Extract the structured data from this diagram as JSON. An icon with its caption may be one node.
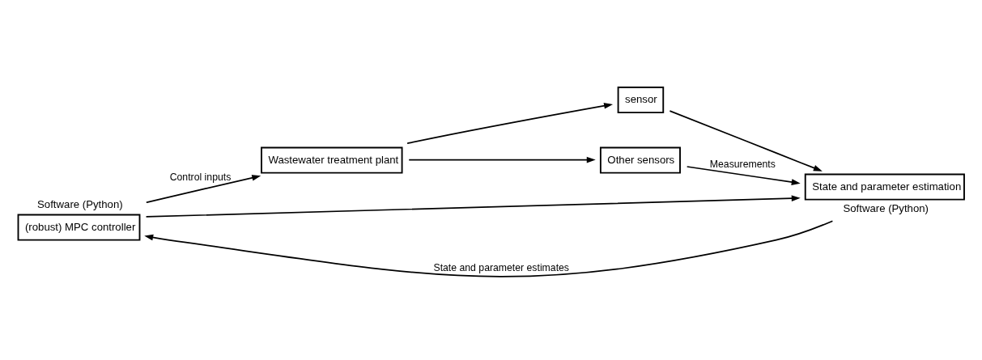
{
  "diagram": {
    "nodes": [
      {
        "text": [
          "(robust) MPC controller"
        ],
        "beside": [
          "Software (Python)"
        ]
      },
      {
        "text": [
          "Wastewater treatment plant"
        ]
      },
      {
        "text": [
          "sensor"
        ]
      },
      {
        "text": [
          "Other sensors"
        ]
      },
      {
        "text": [
          "State and parameter estimation"
        ],
        "beside": [
          "Software (Python)"
        ]
      }
    ],
    "edges": [
      {
        "from": 4,
        "to": 0,
        "arrow": "to",
        "label": "State and parameter estimates"
      },
      {
        "from": 0,
        "to": 1,
        "arrow": "to",
        "label": "Control inputs"
      },
      {
        "from": 0,
        "to": 4,
        "arrow": "to"
      },
      {
        "from": 1,
        "to": 2,
        "arrow": "to"
      },
      {
        "from": 1,
        "to": 3,
        "arrow": "to"
      },
      {
        "from": 3,
        "to": 4,
        "arrow": "to",
        "label": "Measurements"
      },
      {
        "from": 2,
        "to": 4,
        "arrow": "to"
      }
    ]
  }
}
